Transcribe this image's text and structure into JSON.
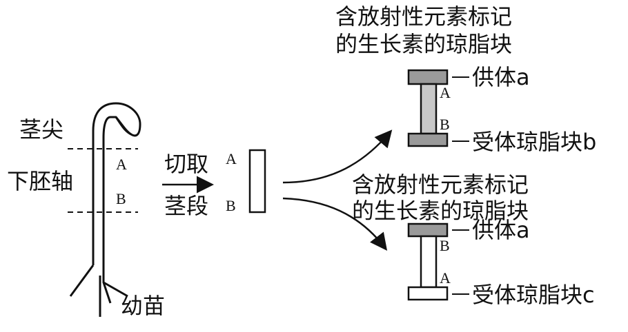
{
  "plant": {
    "stem_tip": "茎尖",
    "hypocotyl": "下胚轴",
    "seedling": "幼苗",
    "mark_a": "A",
    "mark_b": "B"
  },
  "process": {
    "cut": "切取",
    "segment": "茎段",
    "mark_a": "A",
    "mark_b": "B"
  },
  "setup_top": {
    "title_line1": "含放射性元素标记",
    "title_line2": "的生长素的琼脂块",
    "donor": "供体a",
    "receiver": "受体琼脂块b",
    "end_top": "A",
    "end_bottom": "B"
  },
  "setup_bottom": {
    "title_line1": "含放射性元素标记",
    "title_line2": "的生长素的琼脂块",
    "donor": "供体a",
    "receiver": "受体琼脂块c",
    "end_top": "B",
    "end_bottom": "A"
  },
  "colors": {
    "ink": "#111111",
    "donor_fill": "#9a9a9a",
    "segment_fill_top": "#c8c8c8",
    "segment_fill_bottom": "#ffffff"
  }
}
